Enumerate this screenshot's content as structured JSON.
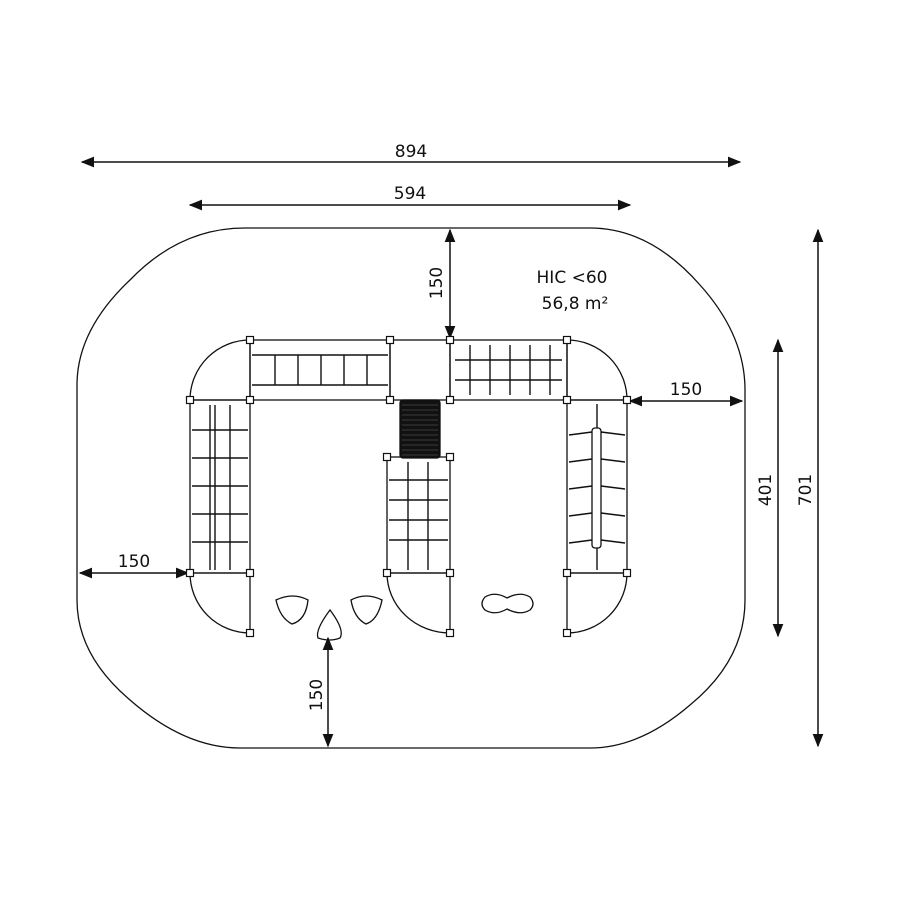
{
  "dimensions": {
    "total_width": "894",
    "structure_width": "594",
    "top_clearance": "150",
    "right_clearance": "150",
    "left_clearance": "150",
    "bottom_clearance": "150",
    "structure_depth": "401",
    "total_depth": "701"
  },
  "info": {
    "hic": "HIC <60",
    "area": "56,8 m²"
  },
  "colors": {
    "line": "#111111",
    "background": "#ffffff"
  }
}
